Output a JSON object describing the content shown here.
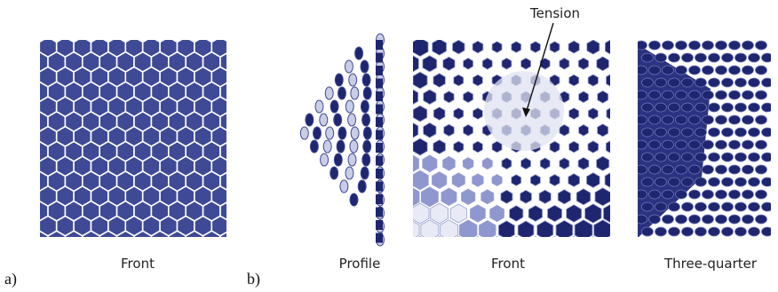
{
  "panels": {
    "a": {
      "tag": "a)",
      "caption": "Front"
    },
    "b": {
      "tag": "b)",
      "captions": [
        "Profile",
        "Front",
        "Three-quarter"
      ],
      "annotation": "Tension"
    }
  },
  "colors": {
    "tile": "#3f4a96",
    "tile_dark": "#1f2670",
    "tile_light": "#c9cde6",
    "grout": "#ffffff",
    "highlight": "#dfe3f0"
  }
}
